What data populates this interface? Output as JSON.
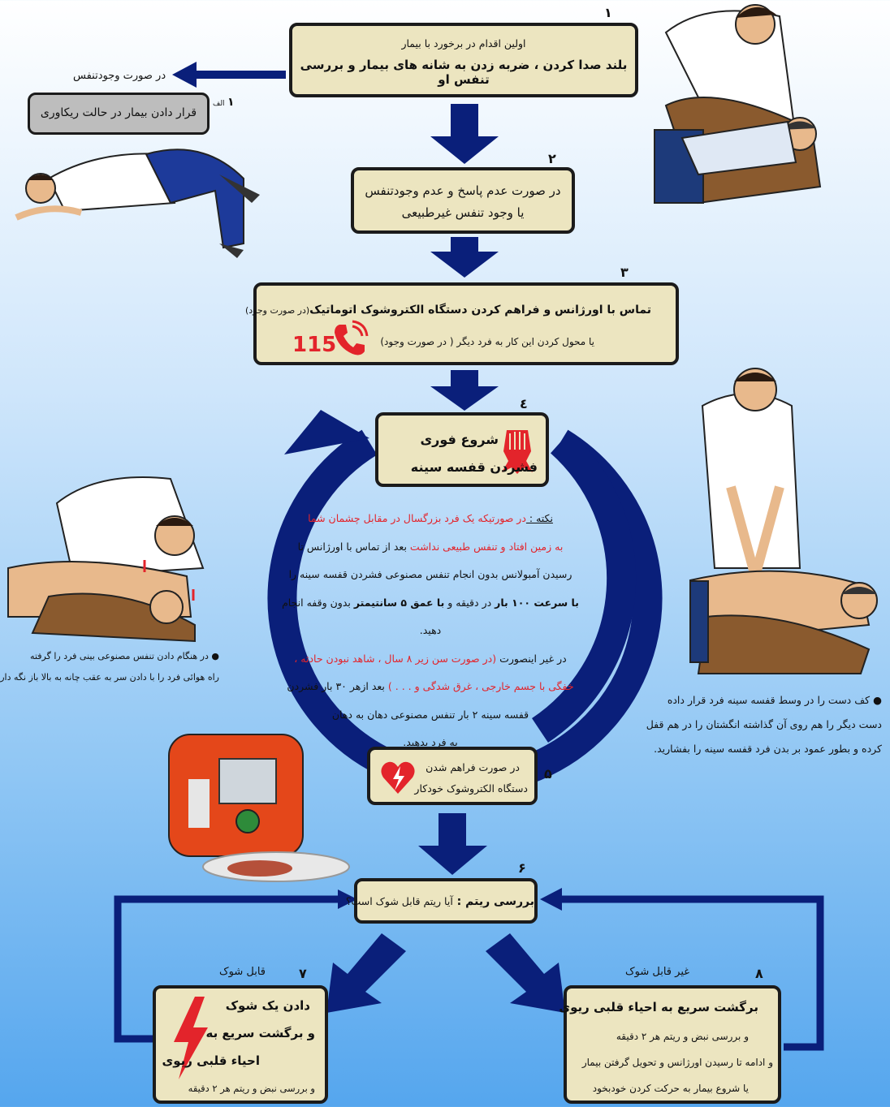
{
  "step1": {
    "num": "۱",
    "line1": "اولین اقدام در برخورد با بیمار",
    "line2": "بلند صدا کردن ، ضربه زدن به شانه های بیمار و بررسی تنفس او"
  },
  "step1a": {
    "num": "۱",
    "suffix": "الف",
    "condition": "در صورت وجودتنفس",
    "text": "قرار دادن بیمار در حالت ریکاوری"
  },
  "step2": {
    "num": "۲",
    "line1": "در صورت عدم پاسخ و عدم وجودتنفس",
    "line2": "یا وجود تنفس غیرطبیعی"
  },
  "step3": {
    "num": "۳",
    "line1_bold": "تماس با اورژانس و فراهم کردن دستگاه الکتروشوک اتوماتیک",
    "line1_small": "(در صورت وجود)",
    "line2": "یا محول کردن این کار به فرد دیگر ( در صورت وجود)",
    "phone": "115"
  },
  "step4": {
    "num": "٤",
    "line1": "شروع فوری",
    "line2": "فشردن قفسه سینه"
  },
  "cycle_note": {
    "l1a": "نکته : ",
    "l1b": "در صورتیکه یک فرد بزرگسال در مقابل چشمان شما",
    "l2a": "به زمین افتاد و تنفس طبیعی نداشت",
    "l2b": " بعد از تماس با اورژانس تا",
    "l3": "رسیدن آمبولانس بدون انجام تنفس مصنوعی فشردن قفسه سینه را",
    "l4a": "با سرعت ۱۰۰ بار",
    "l4b": " در دقیقه و ",
    "l4c": "با عمق ۵ سانتیمتر",
    "l4d": " بدون وقفه انجام دهید.",
    "l5a": "در غیر اینصورت ",
    "l5b": "(در صورت سن زیر ۸ سال ، شاهد نبودن حادثه ،",
    "l6a": "خفگی با جسم خارجی ، غرق شدگی و . . . )",
    "l6b": " بعد ازهر ۳۰ بار فشردن",
    "l7": "قفسه سینه ۲ بار تنفس مصنوعی دهان به دهان",
    "l8": "به فرد بدهید."
  },
  "left_caption": {
    "l1": "● در هنگام دادن تنفس مصنوعی بینی فرد را گرفته",
    "l2": "راه هوائی فرد را با دادن سر به عقب چانه به بالا باز نگه دارید"
  },
  "right_caption": {
    "l1": "● کف دست را در وسط قفسه سینه فرد قرار داده",
    "l2": "دست دیگر را هم روی آن گذاشته انگشتان را در هم قفل",
    "l3": "کرده و بطور عمود بر بدن فرد قفسه سینه را بفشارید."
  },
  "step5": {
    "num": "۵",
    "line1": "در صورت فراهم شدن",
    "line2": "دستگاه الکتروشوک خودکار"
  },
  "step6": {
    "num": "۶",
    "bold": "بررسی ریتم : ",
    "text": "آیا ریتم قابل شوک است؟"
  },
  "step7": {
    "num": "۷",
    "label": "قابل شوک",
    "l1": "دادن یک شوک",
    "l2": "و برگشت سریع به",
    "l3": "احیاء قلبی ریوی",
    "l4": "و بررسی نبض و ریتم هر ۲ دقیقه"
  },
  "step8": {
    "num": "۸",
    "label": "غیر قابل شوک",
    "l1": "برگشت سریع به احیاء قلبی ریوی",
    "l2": "و بررسی نبض و ریتم هر ۲ دقیقه",
    "l3": "و ادامه تا رسیدن اورژانس و تحویل گرفتن بیمار",
    "l4": "یا شروع بیمار به حرکت کردن خودبخود"
  },
  "colors": {
    "box": "#ece5c0",
    "arrow": "#0a1f7a",
    "accent": "#e3242b"
  }
}
